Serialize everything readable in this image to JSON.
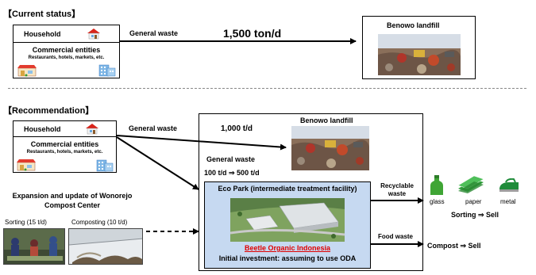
{
  "current": {
    "header": "【Current status】",
    "household": "Household",
    "commercial": "Commercial entities",
    "commercial_sub": "Restaurants, hotels, markets, etc.",
    "flow_label": "General waste",
    "flow_amount": "1,500 ton/d",
    "landfill": "Benowo landfill"
  },
  "recommendation": {
    "header": "【Recommendation】",
    "household": "Household",
    "commercial": "Commercial entities",
    "commercial_sub": "Restaurants, hotels, markets, etc.",
    "flow_label": "General waste",
    "flow_amount": "1,000 t/d",
    "landfill": "Benowo landfill",
    "eco_flow_label": "General waste",
    "eco_flow_amount": "100 t/d ⇒ 500 t/d",
    "eco_park_title": "Eco Park (intermediate treatment facility)",
    "eco_park_company": "Beetle Organic Indonesia",
    "eco_park_investment": "Initial investment: assuming to use ODA",
    "recyclable_label": "Recyclable waste",
    "recyclables": [
      "glass",
      "paper",
      "metal"
    ],
    "sorting_result": "Sorting ⇒ Sell",
    "food_label": "Food waste",
    "compost_result": "Compost ⇒ Sell",
    "compost_center_title": "Expansion and update of Wonorejo Compost Center",
    "sorting_caption": "Sorting (15 t/d)",
    "composting_caption": "Composting (10 t/d)"
  },
  "colors": {
    "eco_park_fill": "#c6d9f1",
    "company_red": "#e00000",
    "bottle_green": "#3fa535"
  },
  "icons": [
    "house-icon",
    "shop-icon",
    "office-icon",
    "bottle-icon",
    "paper-icon",
    "iron-icon"
  ]
}
